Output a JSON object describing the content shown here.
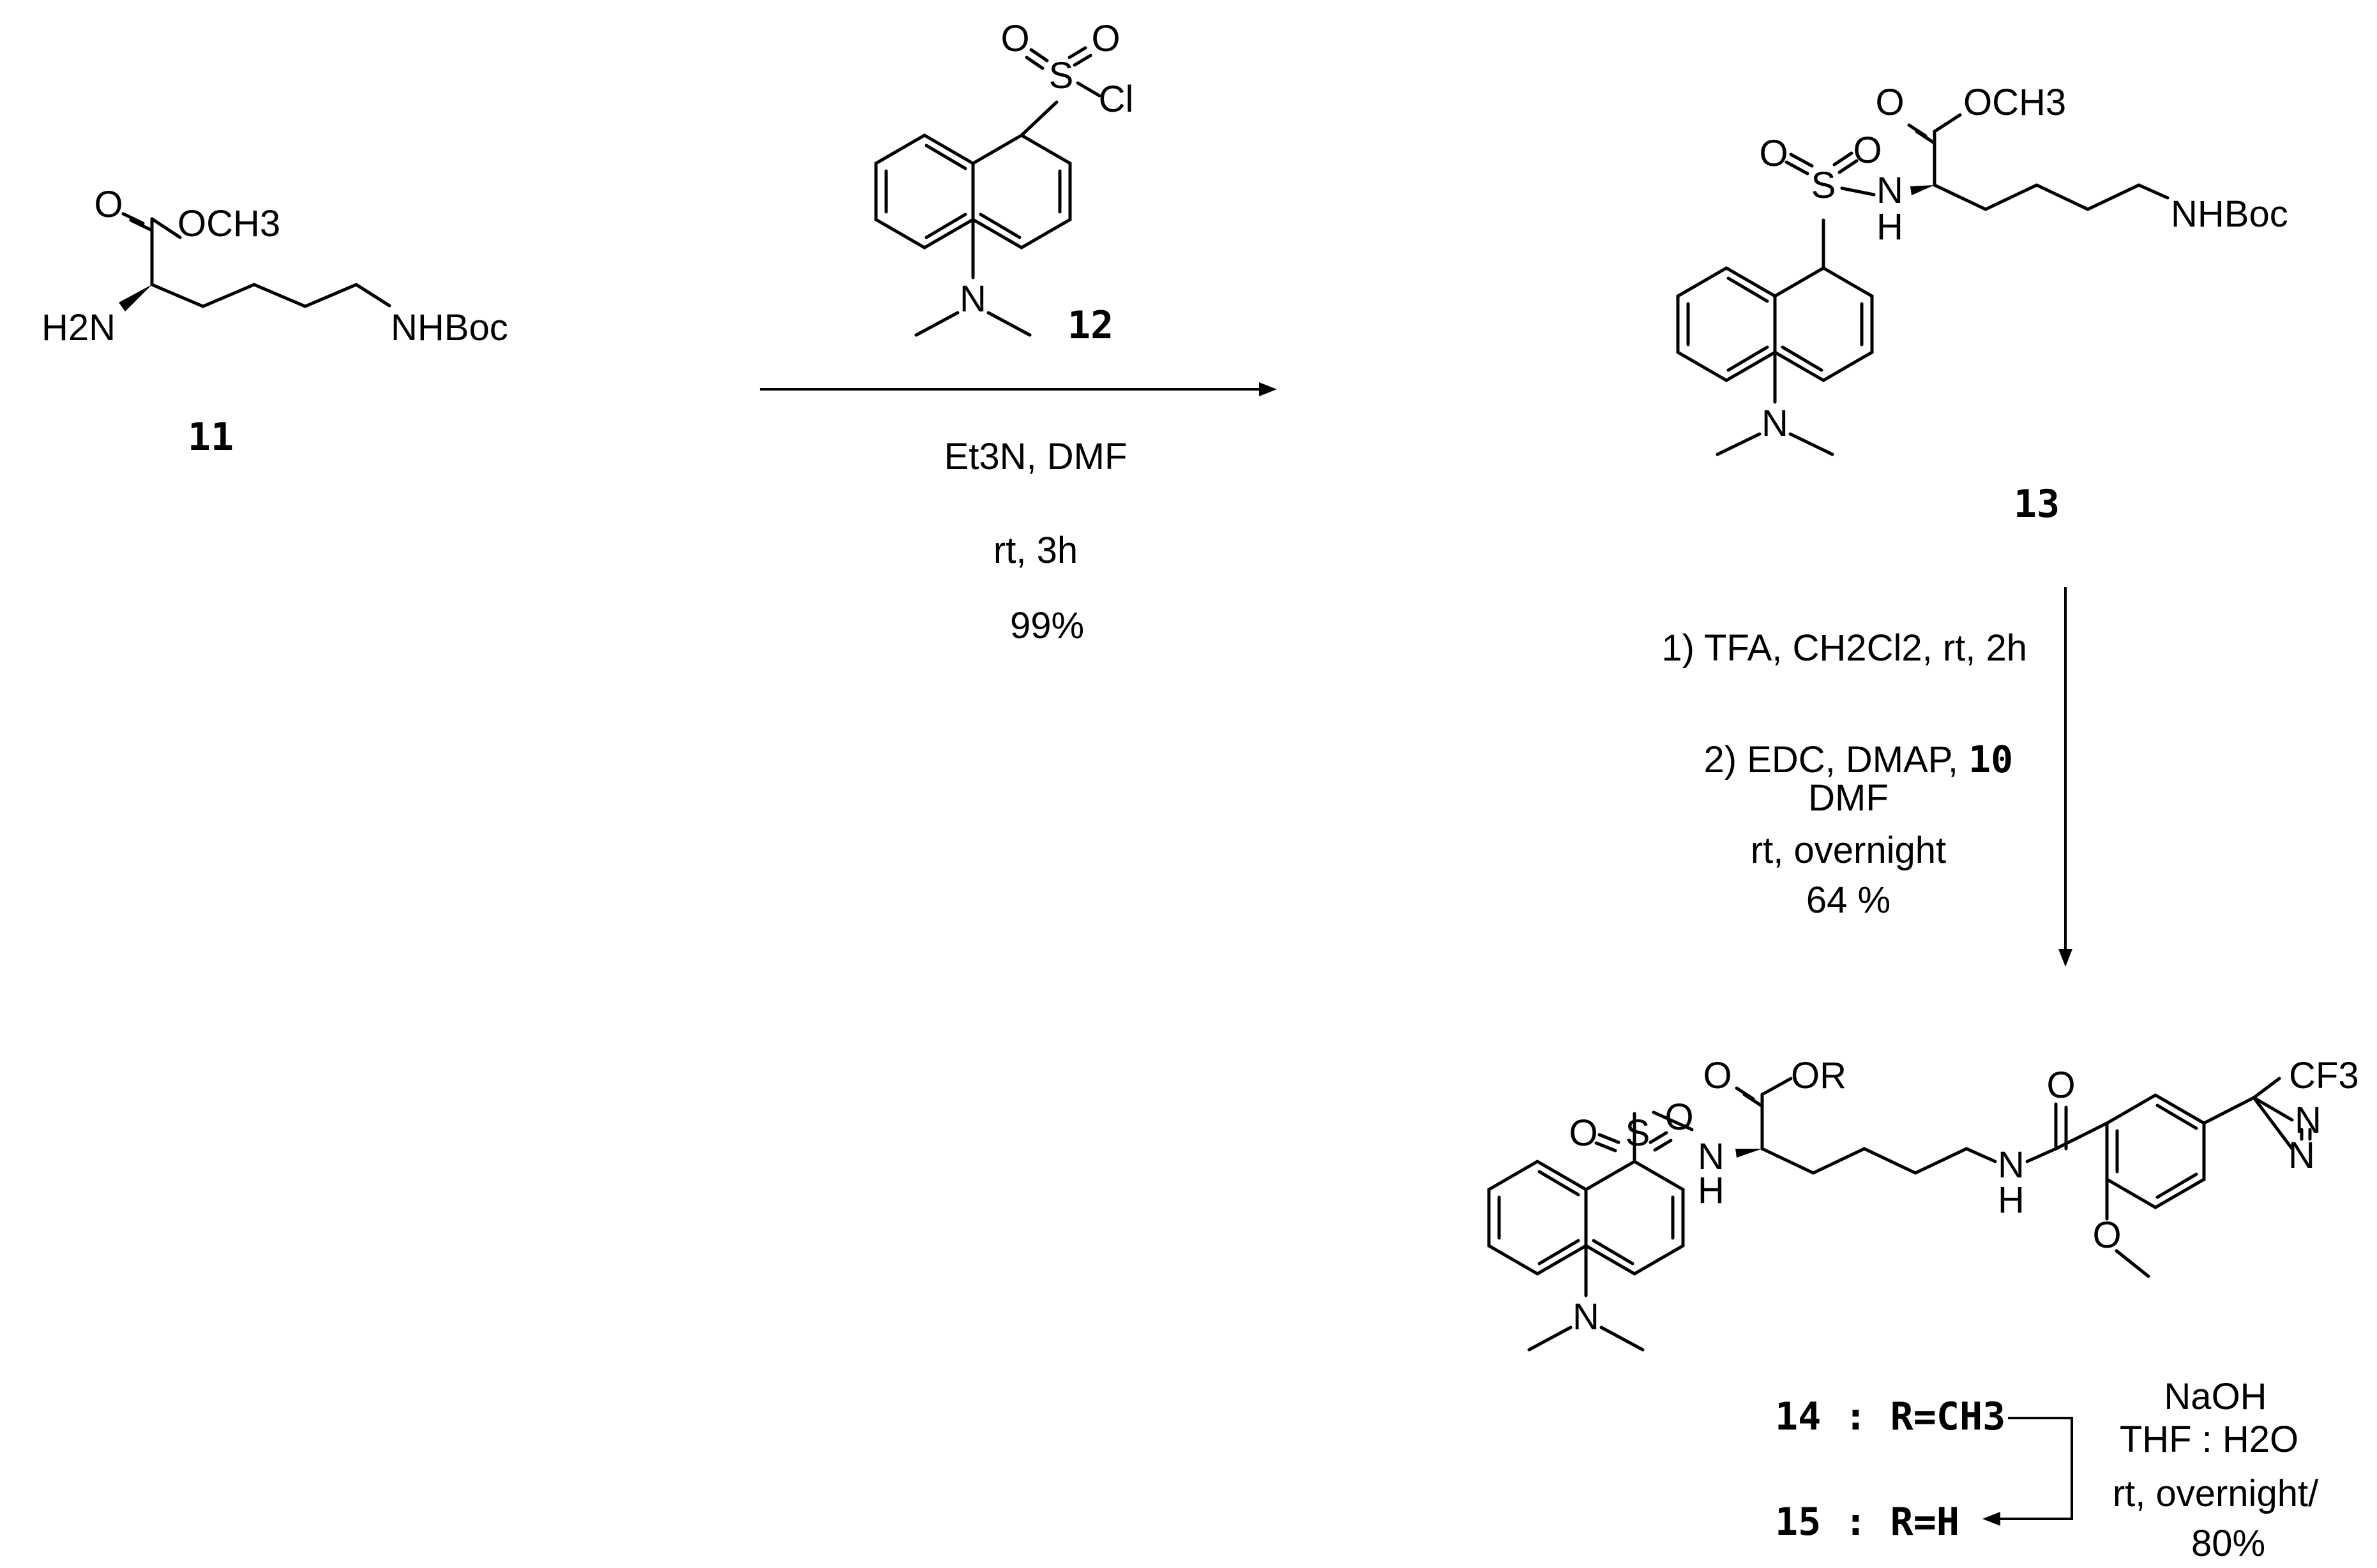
{
  "compounds": {
    "c11": {
      "label": "11",
      "atoms": {
        "carbonyl_o": "O",
        "ester": "OCH3",
        "amine": "H2N",
        "side_chain": "NHBoc"
      }
    },
    "c12": {
      "label": "12",
      "atoms": {
        "sulfonyl_o1": "O",
        "sulfonyl_o2": "O",
        "sulfur": "S",
        "chlorine": "Cl",
        "nitrogen": "N"
      }
    },
    "c13": {
      "label": "13",
      "atoms": {
        "carbonyl_o": "O",
        "ester": "OCH3",
        "sulfonyl_o1": "O",
        "sulfonyl_o2": "O",
        "sulfur": "S",
        "nh_n": "N",
        "nh_h": "H",
        "side_chain": "NHBoc",
        "nitrogen": "N"
      }
    },
    "c14": {
      "atoms": {
        "carbonyl_o": "O",
        "ester": "OR",
        "sulfonyl_o1": "O",
        "sulfonyl_o2": "O",
        "sulfur": "S",
        "nh_n": "N",
        "nh_h": "H",
        "amide_o": "O",
        "amide_n": "N",
        "amide_h": "H",
        "cf3": "CF3",
        "diazirine_n1": "N",
        "diazirine_n2": "N",
        "nitrogen": "N"
      }
    }
  },
  "step1": {
    "reagent_label": "12",
    "line1": "Et3N, DMF",
    "line2": "rt, 3h",
    "yield": "99%"
  },
  "step2": {
    "line1": "1) TFA, CH2Cl2, rt, 2h",
    "line2a": "2) EDC, DMAP, ",
    "line2b": "10",
    "line3": "DMF",
    "line4": "rt, overnight",
    "yield": "64 %"
  },
  "step3": {
    "line1": "NaOH",
    "line2": "THF : H2O",
    "line3": "rt, overnight/",
    "yield": "80%"
  },
  "products": {
    "p14": {
      "num": "14",
      "sep": " : ",
      "r": "R=CH3"
    },
    "p15": {
      "num": "15",
      "sep": " : ",
      "r": "R=H"
    }
  }
}
